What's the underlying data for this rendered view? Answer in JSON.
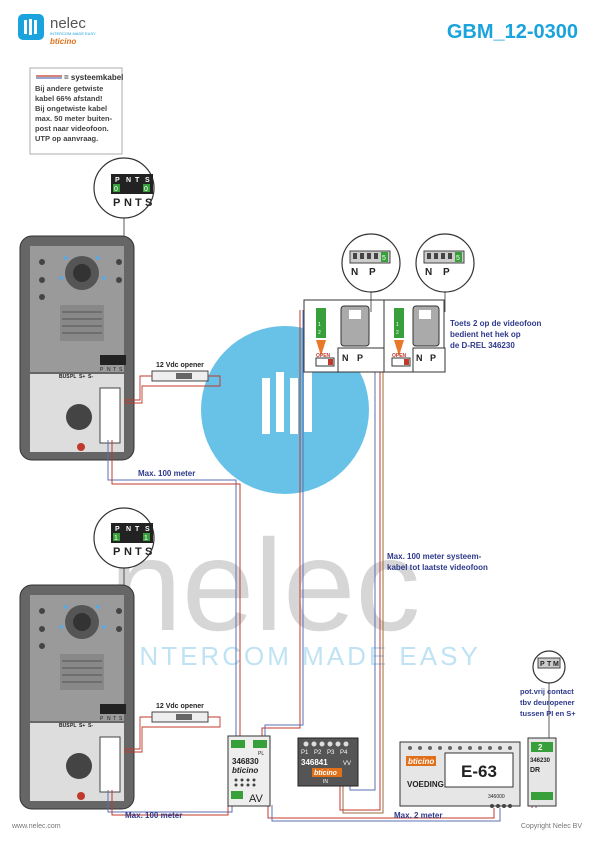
{
  "header": {
    "logo_name": "nelec",
    "logo_tagline": "INTERCOM MADE EASY",
    "logo_sub": "bticino",
    "doc_code": "GBM_12-0300"
  },
  "legend": {
    "title": "= systeemkabel",
    "lines": [
      "Bij andere getwiste",
      "kabel 66% afstand!",
      "Bij ongetwiste kabel",
      "max. 50 meter buiten-",
      "post naar videofoon.",
      "UTP op aanvraag."
    ]
  },
  "terminals": {
    "top": {
      "letters": [
        "P",
        "N",
        "T",
        "S"
      ],
      "digits": [
        "0",
        "",
        "",
        "0"
      ]
    },
    "mid": {
      "letters": [
        "P",
        "N",
        "T",
        "S"
      ],
      "digits": [
        "1",
        "",
        "",
        "1"
      ]
    }
  },
  "panel": {
    "bus_labels": [
      "BUS",
      "PL",
      "S+",
      "S-"
    ],
    "term_labels": [
      "P",
      "N",
      "T",
      "S"
    ]
  },
  "opener": {
    "label": "12 Vdc opener"
  },
  "distances": {
    "top": "Max. 100 meter",
    "bottom": "Max. 100 meter",
    "power": "Max. 2 meter",
    "system_line1": "Max. 100 meter systeem-",
    "system_line2": "kabel tot laatste videofoon"
  },
  "videofoon": {
    "labels": [
      "N",
      "P"
    ],
    "terminal_digits": [
      "1",
      "2"
    ],
    "dip_value": "5",
    "open_label": "OPEN"
  },
  "note": {
    "lines": [
      "Toets 2 op de videofoon",
      "bedient het hek op",
      "de D-REL 346230"
    ]
  },
  "modules": {
    "av": {
      "code": "346830",
      "brand": "bticino",
      "mode": "AV",
      "pl": "PL"
    },
    "mixer": {
      "code": "346841",
      "brand": "bticino",
      "ports": [
        "P1",
        "P2",
        "P3",
        "P4"
      ],
      "vv": "VV",
      "in": "IN"
    },
    "psu": {
      "brand": "bticino",
      "name": "E-63",
      "label": "VOEDING",
      "code": "346000"
    },
    "drel": {
      "code": "346230",
      "label": "DR"
    }
  },
  "relay_box": {
    "labels": [
      "P",
      "T",
      "M"
    ],
    "value": "2"
  },
  "relay_note": {
    "lines": [
      "pot.vrij contact",
      "tbv deuropener",
      "tussen PI en S+"
    ]
  },
  "watermark": {
    "word": "nelec",
    "tagline": "INTERCOM MADE EASY"
  },
  "footer": {
    "left": "www.nelec.com",
    "right": "Copyright Nelec BV"
  },
  "colors": {
    "brand_blue": "#1aa3dc",
    "cable_red": "#c0392b",
    "cable_blue": "#5a6fb5",
    "cable_brown": "#9a6a3c",
    "label_blue": "#2e3a8c",
    "terminal_green": "#38a03a"
  }
}
